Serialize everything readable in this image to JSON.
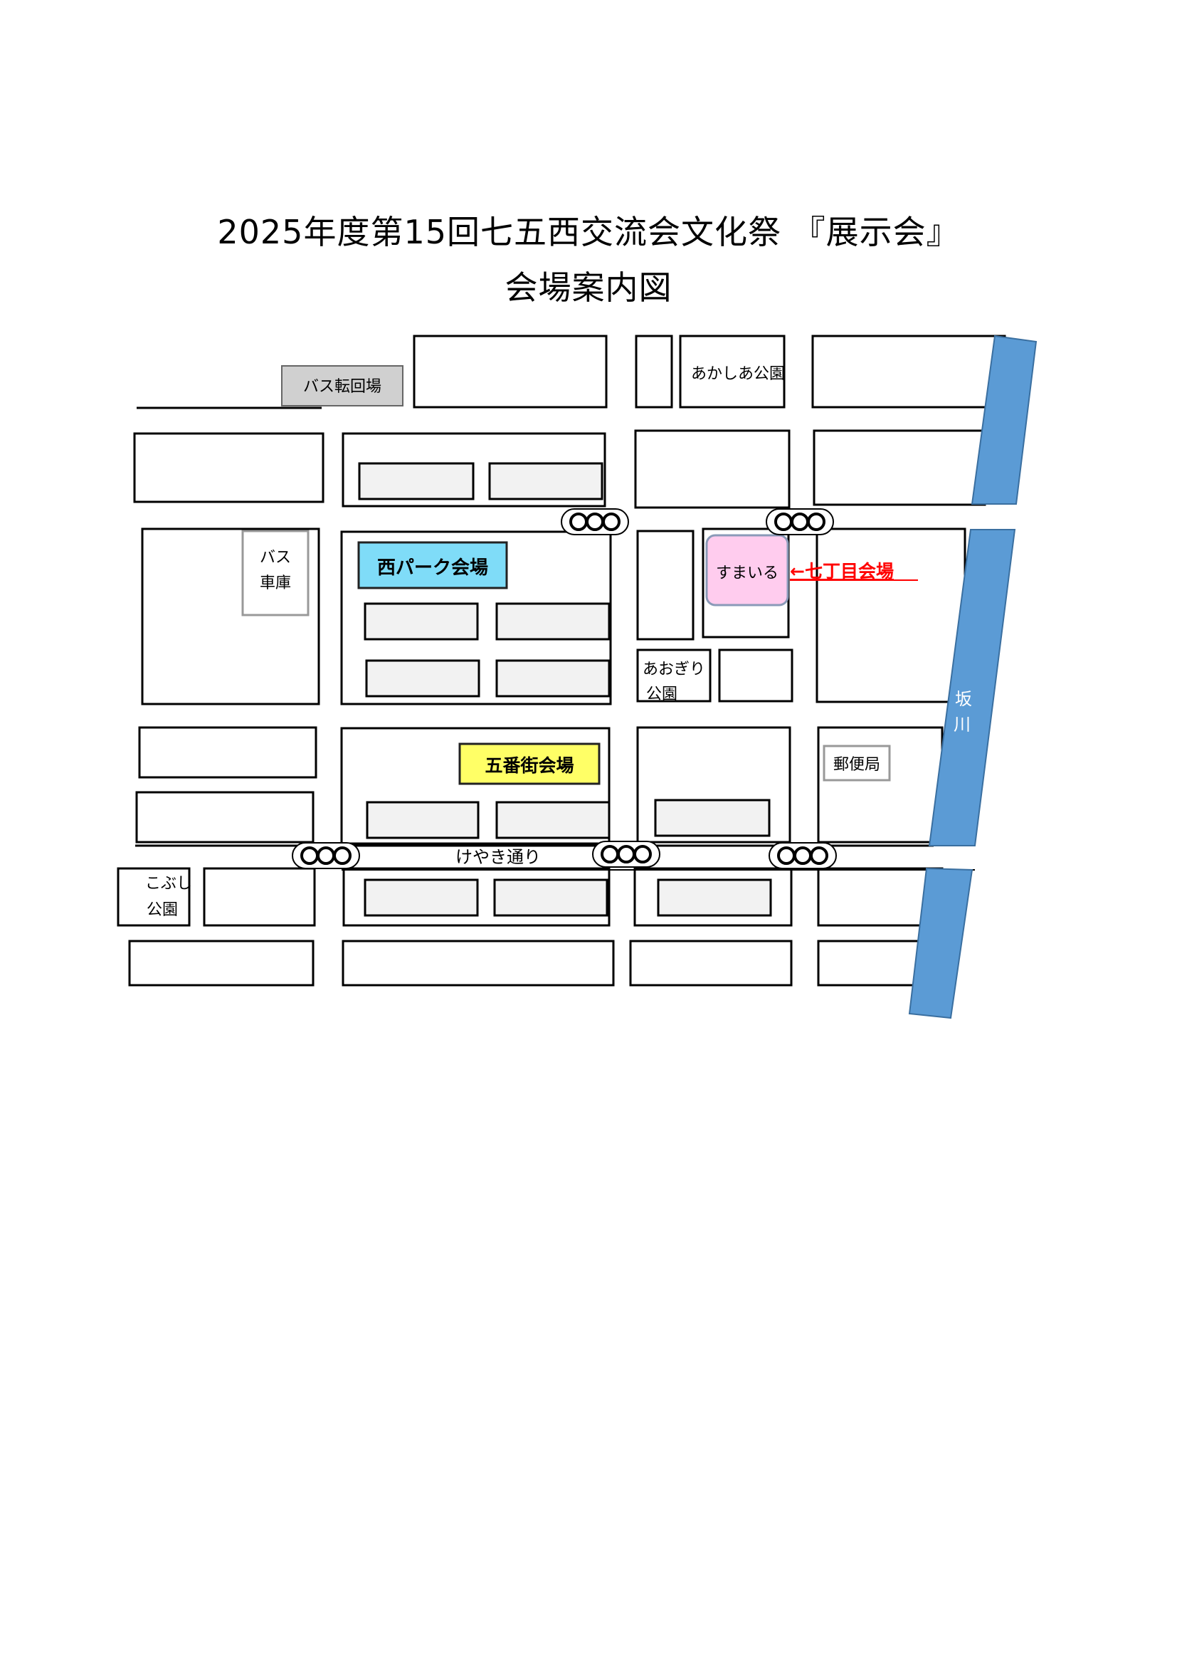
{
  "title": {
    "line1": "2025年度第15回七五西交流会文化祭 『展示会』",
    "line2": "会場案内図"
  },
  "map": {
    "labels": {
      "bus_turnaround": "バス転回場",
      "akashia_park": "あかしあ公園",
      "bus_garage_line1": "バス",
      "bus_garage_line2": "車庫",
      "nishi_park_venue": "西パーク会場",
      "sumairu": "すまいる",
      "nanachome_venue": "←七丁目会場",
      "aogiri_park_line1": "あおぎり",
      "aogiri_park_line2": "公園",
      "gobangai_venue": "五番街会場",
      "post_office": "郵便局",
      "keyaki_street": "けやき通り",
      "kobushi_park_line1": "こぶし",
      "kobushi_park_line2": "公園",
      "river_line1": "坂",
      "river_line2": "川"
    },
    "colors": {
      "nishi_park_venue": "#7fdcf8",
      "gobangai_venue": "#ffff66",
      "sumairu": "#ffccee",
      "nanachome_venue": "#ff0000",
      "river": "#5b9bd5",
      "bus_turnaround": "#d0d0d0",
      "inner_block": "#f2f2f2"
    },
    "icons": [
      "traffic-light-icon"
    ]
  }
}
